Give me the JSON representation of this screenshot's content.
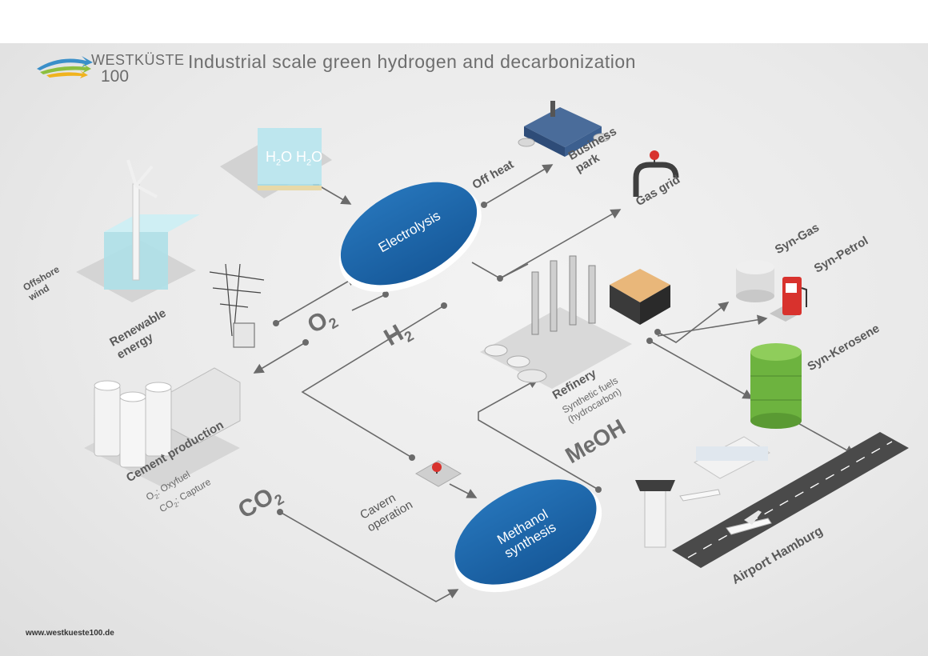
{
  "header": {
    "logo_word": "WESTKÜSTE",
    "logo_number": "100",
    "title": "Industrial scale green hydrogen and decarbonization"
  },
  "footer": {
    "url": "www.westkueste100.de"
  },
  "nodes": {
    "offshore_wind": [
      "Offshore",
      "wind"
    ],
    "renewable_energy": [
      "Renewable",
      "energy"
    ],
    "water": {
      "left": "H",
      "right": "H",
      "sub": "2",
      "o": "O"
    },
    "electrolysis": "Electrolysis",
    "off_heat": "Off heat",
    "business_park": [
      "Business",
      "park"
    ],
    "gas_grid": "Gas grid",
    "cement_production": "Cement production",
    "cement_oxyfuel": {
      "main": "O",
      "sub": "2",
      "rest": ": Oxyfuel"
    },
    "cement_capture": {
      "main": "CO",
      "sub": "2",
      "rest": ": Capture"
    },
    "cavern_operation": [
      "Cavern",
      "operation"
    ],
    "methanol_synthesis": [
      "Methanol",
      "synthesis"
    ],
    "refinery": "Refinery",
    "refinery_sub": [
      "Synthetic fuels",
      "(hydrocarbon)"
    ],
    "syn_gas": "Syn-Gas",
    "syn_petrol": "Syn-Petrol",
    "syn_kerosene": "Syn-Kerosene",
    "airport": "Airport Hamburg"
  },
  "flows": {
    "o2": {
      "main": "O",
      "sub": "2"
    },
    "h2": {
      "main": "H",
      "sub": "2"
    },
    "co2": {
      "main": "CO",
      "sub": "2"
    },
    "meoh": "MeOH"
  },
  "colors": {
    "process_blue": "#1a63a8",
    "kerosene_green": "#6db33f",
    "petrol_red": "#d8322d",
    "line_grey": "#6a6a6a",
    "water_cyan": "#9fd8e2"
  }
}
